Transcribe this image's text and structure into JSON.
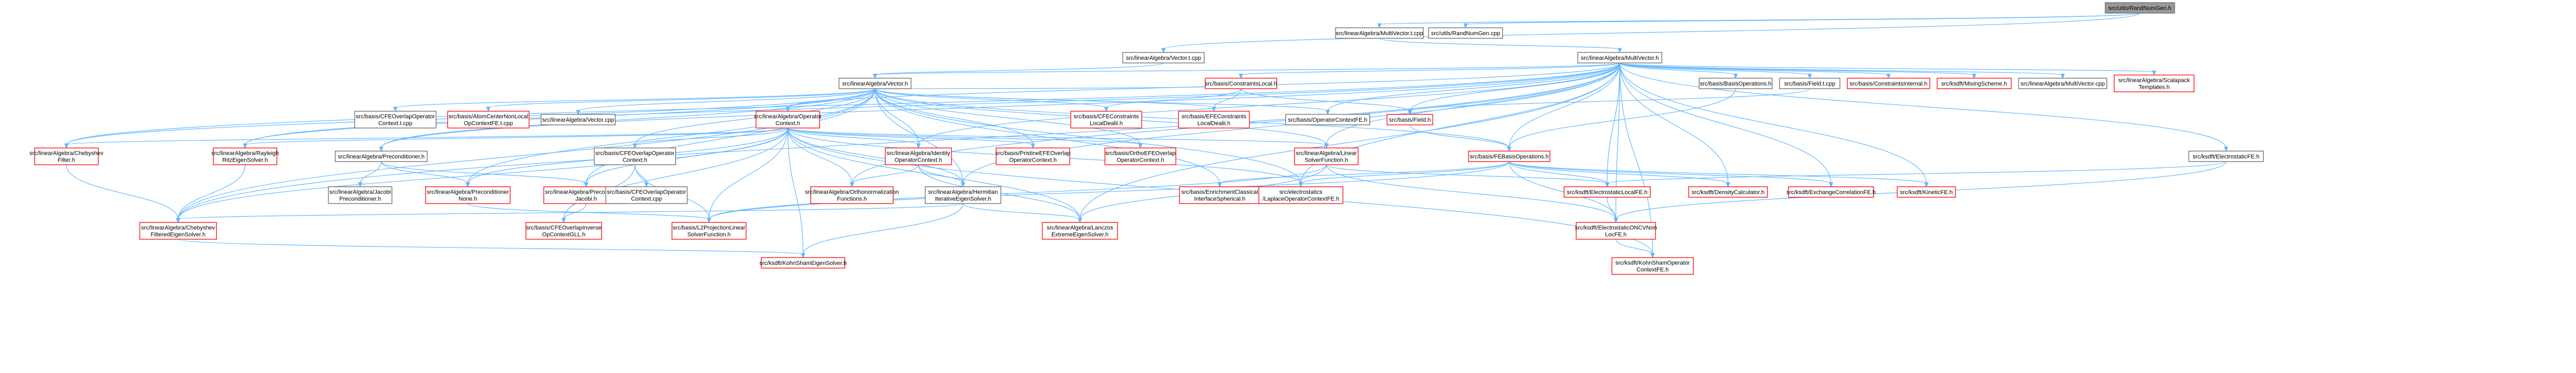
{
  "graph": {
    "colors": {
      "edge": "#63b8ff",
      "root_fill": "#999999",
      "ref_border": "#ff0000",
      "plain_border": "#666666"
    },
    "nodes": [
      {
        "id": "rng",
        "lines": [
          "src/utils/RandNumGen.h"
        ],
        "style": "root"
      },
      {
        "id": "mv_t",
        "lines": [
          "src/linearAlgebra/MultiVector.t.cpp"
        ],
        "style": "black"
      },
      {
        "id": "rng_cpp",
        "lines": [
          "src/utils/RandNumGen.cpp"
        ],
        "style": "black"
      },
      {
        "id": "vec_t",
        "lines": [
          "src/linearAlgebra/Vector.t.cpp"
        ],
        "style": "black"
      },
      {
        "id": "mv_h",
        "lines": [
          "src/linearAlgebra/MultiVector.h"
        ],
        "style": "black"
      },
      {
        "id": "vec_h",
        "lines": [
          "src/linearAlgebra/Vector.h"
        ],
        "style": "black"
      },
      {
        "id": "cons_loc",
        "lines": [
          "src/basis/ConstraintsLocal.h"
        ],
        "style": "red"
      },
      {
        "id": "basis_ops",
        "lines": [
          "src/basis/BasisOperations.h"
        ],
        "style": "black"
      },
      {
        "id": "field_t",
        "lines": [
          "src/basis/Field.t.cpp"
        ],
        "style": "black"
      },
      {
        "id": "cons_int",
        "lines": [
          "src/basis/ConstraintsInternal.h"
        ],
        "style": "red"
      },
      {
        "id": "mix",
        "lines": [
          "src/ksdft/MixingScheme.h"
        ],
        "style": "red"
      },
      {
        "id": "mv_cpp",
        "lines": [
          "src/linearAlgebra/MultiVector.cpp"
        ],
        "style": "black"
      },
      {
        "id": "scal",
        "lines": [
          "src/linearAlgebra/Scalapack",
          "Templates.h"
        ],
        "style": "red"
      },
      {
        "id": "cfe_opctx",
        "lines": [
          "src/basis/CFEOverlapOperator",
          "Context.t.cpp"
        ],
        "style": "black"
      },
      {
        "id": "atom",
        "lines": [
          "src/basis/AtomCenterNonLocal",
          "OpContextFE.t.cpp"
        ],
        "style": "red"
      },
      {
        "id": "vec_cpp",
        "lines": [
          "src/linearAlgebra/Vector.cpp"
        ],
        "style": "black"
      },
      {
        "id": "op_ctx",
        "lines": [
          "src/linearAlgebra/Operator",
          "Context.h"
        ],
        "style": "red"
      },
      {
        "id": "cfe_cons",
        "lines": [
          "src/basis/CFEConstraints",
          "LocalDealii.h"
        ],
        "style": "red"
      },
      {
        "id": "efe_cons",
        "lines": [
          "src/basis/EFEConstraints",
          "LocalDealii.h"
        ],
        "style": "red"
      },
      {
        "id": "opctxfe",
        "lines": [
          "src/basis/OperatorContextFE.h"
        ],
        "style": "black"
      },
      {
        "id": "field_h",
        "lines": [
          "src/basis/Field.h"
        ],
        "style": "red"
      },
      {
        "id": "feb_ops",
        "lines": [
          "src/basis/FEBasisOperations.h"
        ],
        "style": "red"
      },
      {
        "id": "elec_fe",
        "lines": [
          "src/ksdft/ElectrostaticFE.h"
        ],
        "style": "black"
      },
      {
        "id": "cheb",
        "lines": [
          "src/linearAlgebra/Chebyshev",
          "Filter.h"
        ],
        "style": "red"
      },
      {
        "id": "ray",
        "lines": [
          "src/linearAlgebra/Rayleigh",
          "RitzEigenSolver.h"
        ],
        "style": "red"
      },
      {
        "id": "precond",
        "lines": [
          "src/linearAlgebra/Preconditioner.h"
        ],
        "style": "black"
      },
      {
        "id": "cfe_ovctx",
        "lines": [
          "src/basis/CFEOverlapOperator",
          "Context.h"
        ],
        "style": "black"
      },
      {
        "id": "pristine",
        "lines": [
          "src/basis/PristineEFEOverlap",
          "OperatorContext.h"
        ],
        "style": "red"
      },
      {
        "id": "ident",
        "lines": [
          "src/linearAlgebra/Identity",
          "OperatorContext.h"
        ],
        "style": "red"
      },
      {
        "id": "ortho_efe",
        "lines": [
          "src/basis/OrthoEFEOverlap",
          "OperatorContext.h"
        ],
        "style": "red"
      },
      {
        "id": "lin_solve",
        "lines": [
          "src/linearAlgebra/Linear",
          "SolverFunction.h"
        ],
        "style": "red"
      },
      {
        "id": "jacobi",
        "lines": [
          "src/linearAlgebra/Jacobi",
          "Preconditioner.h"
        ],
        "style": "black"
      },
      {
        "id": "pc_none",
        "lines": [
          "src/linearAlgebra/Preconditioner",
          "None.h"
        ],
        "style": "red"
      },
      {
        "id": "pc_jac",
        "lines": [
          "src/linearAlgebra/Preconditioner",
          "Jacobi.h"
        ],
        "style": "red"
      },
      {
        "id": "cfe_ctx_cpp",
        "lines": [
          "src/basis/CFEOverlapOperator",
          "Context.cpp"
        ],
        "style": "black"
      },
      {
        "id": "ortho_fn",
        "lines": [
          "src/linearAlgebra/Orthonormalization",
          "Functions.h"
        ],
        "style": "red"
      },
      {
        "id": "herm",
        "lines": [
          "src/linearAlgebra/Hermitian",
          "IterativeEigenSolver.h"
        ],
        "style": "black"
      },
      {
        "id": "enrich",
        "lines": [
          "src/basis/EnrichmentClassical",
          "InterfaceSpherical.h"
        ],
        "style": "red"
      },
      {
        "id": "lap",
        "lines": [
          "src/electrostatics",
          "/LaplaceOperatorContextFE.h"
        ],
        "style": "red"
      },
      {
        "id": "elec_loc",
        "lines": [
          "src/ksdft/ElectrostaticLocalFE.h"
        ],
        "style": "red"
      },
      {
        "id": "dens",
        "lines": [
          "src/ksdft/DensityCalculator.h"
        ],
        "style": "red"
      },
      {
        "id": "exch",
        "lines": [
          "src/ksdft/ExchangeCorrelationFE.h"
        ],
        "style": "red"
      },
      {
        "id": "kin",
        "lines": [
          "src/ksdft/KineticFE.h"
        ],
        "style": "red"
      },
      {
        "id": "cheb_filt",
        "lines": [
          "src/linearAlgebra/Chebyshev",
          "FilteredEigenSolver.h"
        ],
        "style": "red"
      },
      {
        "id": "cfe_inv",
        "lines": [
          "src/basis/CFEOverlapInverse",
          "OpContextGLL.h"
        ],
        "style": "red"
      },
      {
        "id": "l2proj",
        "lines": [
          "src/basis/L2ProjectionLinear",
          "SolverFunction.h"
        ],
        "style": "red"
      },
      {
        "id": "lanczos",
        "lines": [
          "src/linearAlgebra/Lanczos",
          "ExtremeEigenSolver.h"
        ],
        "style": "red"
      },
      {
        "id": "elec_oncv",
        "lines": [
          "src/ksdft/ElectrostaticONCVNon",
          "LocFE.h"
        ],
        "style": "red"
      },
      {
        "id": "ks_eig",
        "lines": [
          "src/ksdft/KohnShamEigenSolver.h"
        ],
        "style": "red"
      },
      {
        "id": "ks_op",
        "lines": [
          "src/ksdft/KohnShamOperator",
          "ContextFE.h"
        ],
        "style": "red"
      }
    ],
    "edges": [
      [
        "rng",
        "mv_t"
      ],
      [
        "rng",
        "vec_t"
      ],
      [
        "rng",
        "rng_cpp"
      ],
      [
        "mv_t",
        "mv_h"
      ],
      [
        "vec_t",
        "vec_h"
      ],
      [
        "mv_h",
        "vec_h"
      ],
      [
        "mv_h",
        "cons_loc"
      ],
      [
        "mv_h",
        "basis_ops"
      ],
      [
        "mv_h",
        "field_t"
      ],
      [
        "mv_h",
        "cons_int"
      ],
      [
        "mv_h",
        "mix"
      ],
      [
        "mv_h",
        "mv_cpp"
      ],
      [
        "mv_h",
        "scal"
      ],
      [
        "mv_h",
        "elec_fe"
      ],
      [
        "mv_h",
        "opctxfe"
      ],
      [
        "mv_h",
        "op_ctx"
      ],
      [
        "mv_h",
        "feb_ops"
      ],
      [
        "mv_h",
        "field_h"
      ],
      [
        "mv_h",
        "lin_solve"
      ],
      [
        "mv_h",
        "ray"
      ],
      [
        "mv_h",
        "cheb"
      ],
      [
        "mv_h",
        "precond"
      ],
      [
        "mv_h",
        "ident"
      ],
      [
        "mv_h",
        "ortho_fn"
      ],
      [
        "mv_h",
        "dens"
      ],
      [
        "mv_h",
        "exch"
      ],
      [
        "mv_h",
        "kin"
      ],
      [
        "mv_h",
        "elec_loc"
      ],
      [
        "mv_h",
        "elec_oncv"
      ],
      [
        "mv_h",
        "ks_op"
      ],
      [
        "mv_h",
        "lap"
      ],
      [
        "mv_h",
        "herm"
      ],
      [
        "mv_h",
        "cheb_filt"
      ],
      [
        "mv_h",
        "lanczos"
      ],
      [
        "vec_h",
        "cfe_opctx"
      ],
      [
        "vec_h",
        "atom"
      ],
      [
        "vec_h",
        "vec_cpp"
      ],
      [
        "vec_h",
        "op_ctx"
      ],
      [
        "vec_h",
        "cfe_cons"
      ],
      [
        "vec_h",
        "efe_cons"
      ],
      [
        "vec_h",
        "opctxfe"
      ],
      [
        "vec_h",
        "cons_loc"
      ],
      [
        "vec_h",
        "cheb"
      ],
      [
        "vec_h",
        "ray"
      ],
      [
        "vec_h",
        "precond"
      ],
      [
        "vec_h",
        "cfe_ovctx"
      ],
      [
        "vec_h",
        "pristine"
      ],
      [
        "vec_h",
        "ident"
      ],
      [
        "vec_h",
        "ortho_efe"
      ],
      [
        "vec_h",
        "lin_solve"
      ],
      [
        "vec_h",
        "pc_none"
      ],
      [
        "vec_h",
        "pc_jac"
      ],
      [
        "vec_h",
        "herm"
      ],
      [
        "vec_h",
        "lap"
      ],
      [
        "vec_h",
        "enrich"
      ],
      [
        "vec_h",
        "cheb_filt"
      ],
      [
        "vec_h",
        "feb_ops"
      ],
      [
        "cons_loc",
        "cfe_cons"
      ],
      [
        "cons_loc",
        "efe_cons"
      ],
      [
        "cons_loc",
        "field_h"
      ],
      [
        "basis_ops",
        "feb_ops"
      ],
      [
        "field_t",
        "field_h"
      ],
      [
        "field_h",
        "feb_ops"
      ],
      [
        "op_ctx",
        "ray"
      ],
      [
        "op_ctx",
        "cheb"
      ],
      [
        "op_ctx",
        "cfe_ovctx"
      ],
      [
        "op_ctx",
        "pristine"
      ],
      [
        "op_ctx",
        "ident"
      ],
      [
        "op_ctx",
        "ortho_efe"
      ],
      [
        "op_ctx",
        "lin_solve"
      ],
      [
        "op_ctx",
        "pc_none"
      ],
      [
        "op_ctx",
        "pc_jac"
      ],
      [
        "op_ctx",
        "ortho_fn"
      ],
      [
        "op_ctx",
        "herm"
      ],
      [
        "op_ctx",
        "cfe_inv"
      ],
      [
        "op_ctx",
        "l2proj"
      ],
      [
        "op_ctx",
        "lanczos"
      ],
      [
        "op_ctx",
        "cheb_filt"
      ],
      [
        "op_ctx",
        "ks_eig"
      ],
      [
        "op_ctx",
        "lap"
      ],
      [
        "op_ctx",
        "ks_op"
      ],
      [
        "precond",
        "jacobi"
      ],
      [
        "precond",
        "pc_none"
      ],
      [
        "precond",
        "pc_jac"
      ],
      [
        "cfe_ovctx",
        "cfe_ctx_cpp"
      ],
      [
        "cfe_ovctx",
        "l2proj"
      ],
      [
        "cfe_ovctx",
        "cfe_inv"
      ],
      [
        "ident",
        "ortho_fn"
      ],
      [
        "ident",
        "herm"
      ],
      [
        "ident",
        "lanczos"
      ],
      [
        "lin_solve",
        "l2proj"
      ],
      [
        "lin_solve",
        "elec_loc"
      ],
      [
        "lin_solve",
        "elec_oncv"
      ],
      [
        "lin_solve",
        "lanczos"
      ],
      [
        "feb_ops",
        "elec_loc"
      ],
      [
        "feb_ops",
        "dens"
      ],
      [
        "feb_ops",
        "exch"
      ],
      [
        "feb_ops",
        "kin"
      ],
      [
        "feb_ops",
        "l2proj"
      ],
      [
        "feb_ops",
        "enrich"
      ],
      [
        "feb_ops",
        "lap"
      ],
      [
        "feb_ops",
        "elec_oncv"
      ],
      [
        "elec_fe",
        "elec_loc"
      ],
      [
        "elec_fe",
        "elec_oncv"
      ],
      [
        "elec_loc",
        "elec_oncv"
      ],
      [
        "elec_oncv",
        "ks_op"
      ],
      [
        "cheb",
        "cheb_filt"
      ],
      [
        "ray",
        "cheb_filt"
      ],
      [
        "pc_jac",
        "cfe_inv"
      ],
      [
        "pc_none",
        "l2proj"
      ],
      [
        "herm",
        "cheb_filt"
      ],
      [
        "herm",
        "lanczos"
      ],
      [
        "herm",
        "ks_eig"
      ],
      [
        "cheb_filt",
        "ks_eig"
      ]
    ]
  }
}
